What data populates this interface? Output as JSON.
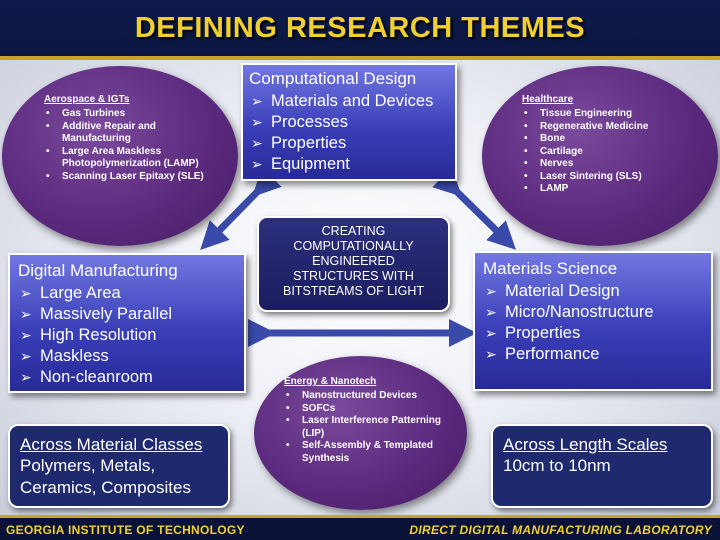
{
  "title": "DEFINING RESEARCH THEMES",
  "footer": {
    "left": "GEORGIA INSTITUTE OF TECHNOLOGY",
    "right": "DIRECT DIGITAL MANUFACTURING LABORATORY"
  },
  "colors": {
    "header_bg": "#0d1a4a",
    "title_text": "#f0d030",
    "accent_gold": "#c9a227",
    "oval_purple": "#5c2a7e",
    "box_blue": "#3a3fb8",
    "arrow_blue": "#3a4aa8"
  },
  "center": {
    "lines": [
      "CREATING",
      "COMPUTATIONALLY",
      "ENGINEERED",
      "STRUCTURES WITH",
      "BITSTREAMS OF LIGHT"
    ]
  },
  "computational_design": {
    "title": "Computational Design",
    "items": [
      "Materials and Devices",
      "Processes",
      "Properties",
      "Equipment"
    ]
  },
  "digital_manufacturing": {
    "title": "Digital Manufacturing",
    "items": [
      "Large Area",
      "Massively Parallel",
      "High Resolution",
      "Maskless",
      "Non-cleanroom"
    ]
  },
  "materials_science": {
    "title": "Materials Science",
    "items": [
      "Material Design",
      "Micro/Nanostructure",
      "Properties",
      "Performance"
    ]
  },
  "aerospace": {
    "title": "Aerospace & IGTs",
    "items": [
      "Gas Turbines",
      "Additive Repair and Manufacturing",
      "Large Area Maskless Photopolymerization (LAMP)",
      "Scanning Laser Epitaxy (SLE)"
    ]
  },
  "healthcare": {
    "title": "Healthcare",
    "items": [
      "Tissue Engineering",
      "Regenerative Medicine",
      "Bone",
      "Cartilage",
      "Nerves",
      "Laser Sintering (SLS)",
      "LAMP"
    ]
  },
  "energy": {
    "title": "Energy & Nanotech",
    "items": [
      "Nanostructured Devices",
      "SOFCs",
      "Laser Interference Patterning (LIP)",
      "Self-Assembly & Templated Synthesis"
    ]
  },
  "material_classes": {
    "title": "Across Material Classes",
    "lines": [
      "Polymers, Metals,",
      "Ceramics, Composites"
    ]
  },
  "length_scales": {
    "title": "Across Length Scales",
    "lines": [
      "10cm to 10nm"
    ]
  },
  "icons": {
    "box_bullet": "arrow-bullet-icon",
    "oval_bullet": "dot-bullet-icon"
  }
}
